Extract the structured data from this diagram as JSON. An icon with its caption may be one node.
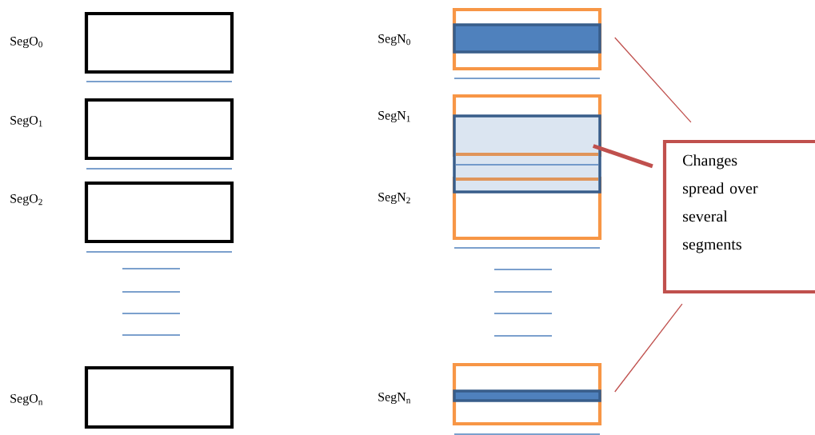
{
  "diagram": {
    "nodes": [
      {
        "text": [],
        "shape": "box",
        "beside": [
          "SegO$_{0}$"
        ]
      },
      {
        "text": [],
        "shape": "box",
        "beside": [
          "SegO$_{1}$"
        ]
      },
      {
        "text": [],
        "shape": "box",
        "beside": [
          "SegO$_{2}$"
        ]
      },
      {
        "text": [],
        "shape": "box",
        "beside": [
          "SegO$_{n}$"
        ]
      },
      {
        "text": [],
        "shape": "box",
        "beside": [
          "SegN$_{0}$"
        ]
      },
      {
        "text": [],
        "shape": "bar",
        "in": 4
      },
      {
        "text": [],
        "shape": "box",
        "beside": [
          "SegN$_{1}$"
        ]
      },
      {
        "text": [],
        "shape": "box",
        "beside": [
          "SegN$_{2}$"
        ]
      },
      {
        "text": [],
        "shape": "box"
      },
      {
        "text": [],
        "shape": "box",
        "beside": [
          "SegN$_{n}$"
        ]
      },
      {
        "text": [],
        "shape": "bar",
        "in": 9
      },
      {
        "text": [
          "Changes spread over several segments"
        ]
      }
    ],
    "edges": [
      {
        "from": 11,
        "to": 5,
        "arrow": "none"
      },
      {
        "from": 11,
        "to": 8,
        "arrow": "none",
        "style": "thick"
      },
      {
        "from": 11,
        "to": 10,
        "arrow": "none"
      }
    ]
  }
}
